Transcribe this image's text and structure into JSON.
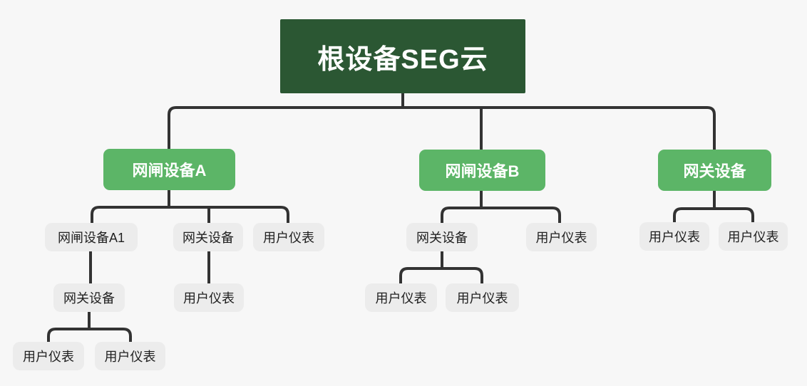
{
  "diagram": {
    "type": "tree-org-chart",
    "colors": {
      "background": "#f7f7f7",
      "root_bg": "#2b5733",
      "root_text": "#ffffff",
      "branch_bg": "#5cb567",
      "branch_text": "#ffffff",
      "leaf_bg": "#ececec",
      "leaf_text": "#1f1f1f",
      "connector_line": "#333333"
    },
    "nodes": {
      "root": {
        "label": "根设备SEG云",
        "level": 1
      },
      "gatekeeper_a": {
        "label": "网闸设备A",
        "level": 2,
        "parent": "root"
      },
      "gatekeeper_b": {
        "label": "网闸设备B",
        "level": 2,
        "parent": "root"
      },
      "gateway_c": {
        "label": "网关设备",
        "level": 2,
        "parent": "root"
      },
      "a1": {
        "label": "网闸设备A1",
        "level": 3,
        "parent": "gatekeeper_a"
      },
      "a_gateway": {
        "label": "网关设备",
        "level": 3,
        "parent": "gatekeeper_a"
      },
      "a_meter": {
        "label": "用户仪表",
        "level": 3,
        "parent": "gatekeeper_a"
      },
      "a1_gateway": {
        "label": "网关设备",
        "level": 4,
        "parent": "a1"
      },
      "a1_gateway_meter_1": {
        "label": "用户仪表",
        "level": 5,
        "parent": "a1_gateway"
      },
      "a1_gateway_meter_2": {
        "label": "用户仪表",
        "level": 5,
        "parent": "a1_gateway"
      },
      "a_gateway_meter": {
        "label": "用户仪表",
        "level": 4,
        "parent": "a_gateway"
      },
      "b_gateway": {
        "label": "网关设备",
        "level": 3,
        "parent": "gatekeeper_b"
      },
      "b_meter": {
        "label": "用户仪表",
        "level": 3,
        "parent": "gatekeeper_b"
      },
      "b_gateway_meter_1": {
        "label": "用户仪表",
        "level": 4,
        "parent": "b_gateway"
      },
      "b_gateway_meter_2": {
        "label": "用户仪表",
        "level": 4,
        "parent": "b_gateway"
      },
      "c_meter_1": {
        "label": "用户仪表",
        "level": 3,
        "parent": "gateway_c"
      },
      "c_meter_2": {
        "label": "用户仪表",
        "level": 3,
        "parent": "gateway_c"
      }
    }
  }
}
